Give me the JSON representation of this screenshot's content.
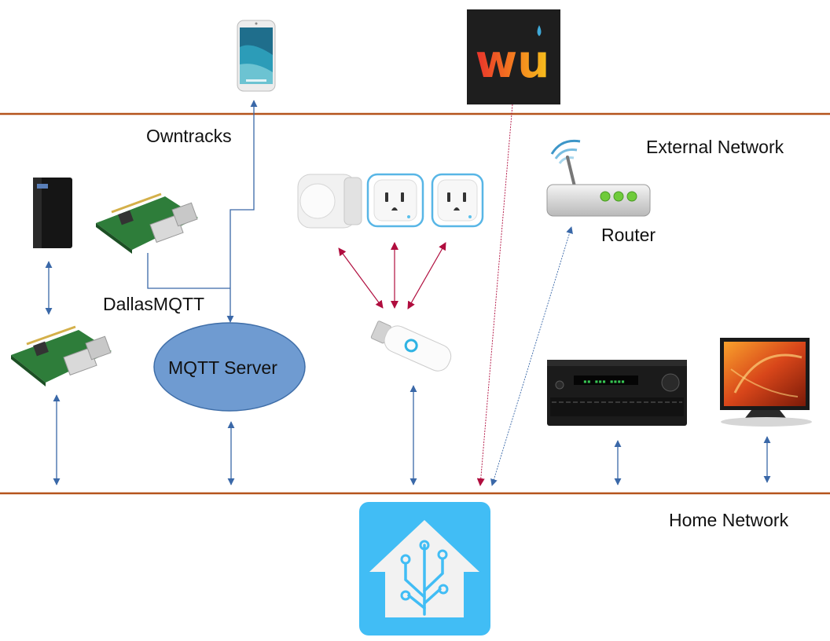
{
  "labels": {
    "owntracks": "Owntracks",
    "external_network": "External Network",
    "router": "Router",
    "dallasmqtt": "DallasMQTT",
    "mqtt_server": "MQTT Server",
    "home_network": "Home Network"
  },
  "logos": {
    "wunderground_text": "wu"
  },
  "colors": {
    "zone_line": "#b5541c",
    "link_blue": "#3a68a8",
    "link_red": "#b00d3e",
    "mqtt_fill": "#6f9bd1",
    "ha_blue": "#41bdf5",
    "wu_bg": "#1e1e1e"
  },
  "icons": [
    "smartphone-icon",
    "weather-underground-logo",
    "router-icon",
    "ups-battery-icon",
    "raspberry-pi-icon",
    "motion-sensor-icon",
    "smart-plug-icon",
    "zwave-usb-stick-icon",
    "av-receiver-icon",
    "television-icon",
    "home-assistant-logo"
  ]
}
